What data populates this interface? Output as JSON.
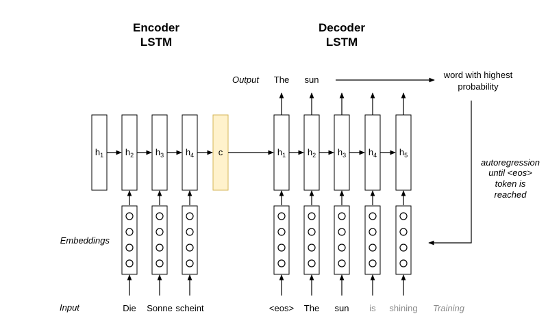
{
  "encoder": {
    "title_line1": "Encoder",
    "title_line2": "LSTM",
    "cells": [
      "1",
      "2",
      "3",
      "4"
    ],
    "context": "c",
    "inputs": [
      "Die",
      "Sonne",
      "scheint"
    ]
  },
  "decoder": {
    "title_line1": "Decoder",
    "title_line2": "LSTM",
    "cells": [
      "1",
      "2",
      "3",
      "4",
      "5"
    ],
    "outputs": [
      "The",
      "sun"
    ],
    "inputs": [
      "<eos>",
      "The",
      "sun",
      "is",
      "shining"
    ],
    "training_label": "Training"
  },
  "labels": {
    "output": "Output",
    "embeddings": "Embeddings",
    "input": "Input",
    "hidden_prefix": "h",
    "word_line1": "word with highest",
    "word_line2": "probability",
    "autoreg": [
      "autoregression",
      "until <eos>",
      "token is",
      "reached"
    ]
  },
  "colors": {
    "context_fill": "#fff2cc",
    "context_stroke": "#d6b656",
    "muted_text": "#8a8a8a"
  }
}
